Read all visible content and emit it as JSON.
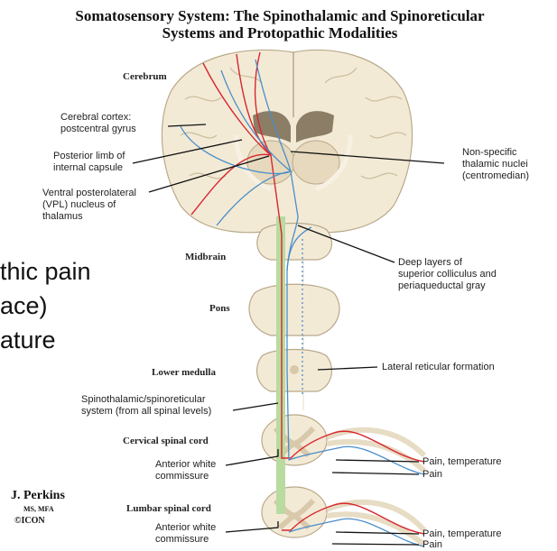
{
  "title_line1": "Somatosensory System: The Spinothalamic and Spinoreticular",
  "title_line2": "Systems and Protopathic Modalities",
  "levels": {
    "cerebrum": "Cerebrum",
    "midbrain": "Midbrain",
    "pons": "Pons",
    "lower_medulla": "Lower medulla",
    "cervical": "Cervical spinal cord",
    "lumbar": "Lumbar spinal cord"
  },
  "left_labels": {
    "cortex_1": "Cerebral cortex:",
    "cortex_2": "postcentral gyrus",
    "capsule_1": "Posterior limb of",
    "capsule_2": "internal capsule",
    "vpl_1": "Ventral posterolateral",
    "vpl_2": "(VPL) nucleus of",
    "vpl_3": "thalamus",
    "tract_1": "Spinothalamic/spinoreticular",
    "tract_2": "system (from all spinal levels)",
    "awc_cerv_1": "Anterior white",
    "awc_cerv_2": "commissure",
    "awc_lumb_1": "Anterior white",
    "awc_lumb_2": "commissure"
  },
  "right_labels": {
    "nonspecific_1": "Non-specific",
    "nonspecific_2": "thalamic nuclei",
    "nonspecific_3": "(centromedian)",
    "deep_1": "Deep layers of",
    "deep_2": "superior colliculus and",
    "deep_3": "periaqueductal gray",
    "reticular": "Lateral reticular formation",
    "cerv_pt": "Pain, temperature",
    "cerv_p": "Pain",
    "lumb_pt": "Pain, temperature",
    "lumb_p": "Pain"
  },
  "overlay_text": {
    "line1": "thic pain",
    "line2": "ace)",
    "line3": "ature"
  },
  "signature": {
    "name": "J. Perkins",
    "credentials": "MS, MFA",
    "mark": "©ICON"
  },
  "colors": {
    "tissue": "#f3ead6",
    "tissue_stroke": "#b9a98a",
    "gray_matter": "#d9c9ab",
    "red_pathway": "#d8262e",
    "blue_pathway": "#4a8ec9",
    "green_tract": "#b9dba0"
  }
}
